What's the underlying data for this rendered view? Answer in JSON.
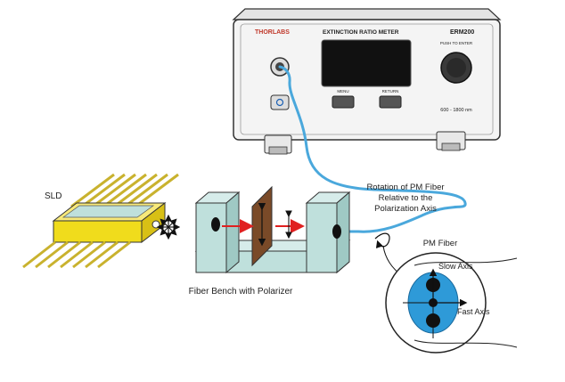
{
  "device": {
    "brand": "THORLABS",
    "title": "EXTINCTION RATIO METER",
    "model": "ERM200",
    "knob_label": "PUSH TO ENTER",
    "wavelength_range": "600 - 1800 nm",
    "menu_label": "MENU",
    "return_label": "RETURN"
  },
  "labels": {
    "sld": "SLD",
    "bench": "Fiber Bench with Polarizer",
    "rotation": [
      "Rotation of PM Fiber",
      "Relative to the",
      "Polarization Axis"
    ],
    "pm_fiber": "PM Fiber",
    "slow_axis": "Slow Axis",
    "fast_axis": "Fast Axis"
  },
  "colors": {
    "fiber": "#4aa8dc",
    "sld_body": "#f0dc1c",
    "sld_pins": "#d8c23a",
    "bench": "#bfe0dc",
    "polarizer": "#7a4a28",
    "beam": "#e02020",
    "pm_core": "#2e9ad8",
    "device_panel": "#f4f4f4"
  }
}
